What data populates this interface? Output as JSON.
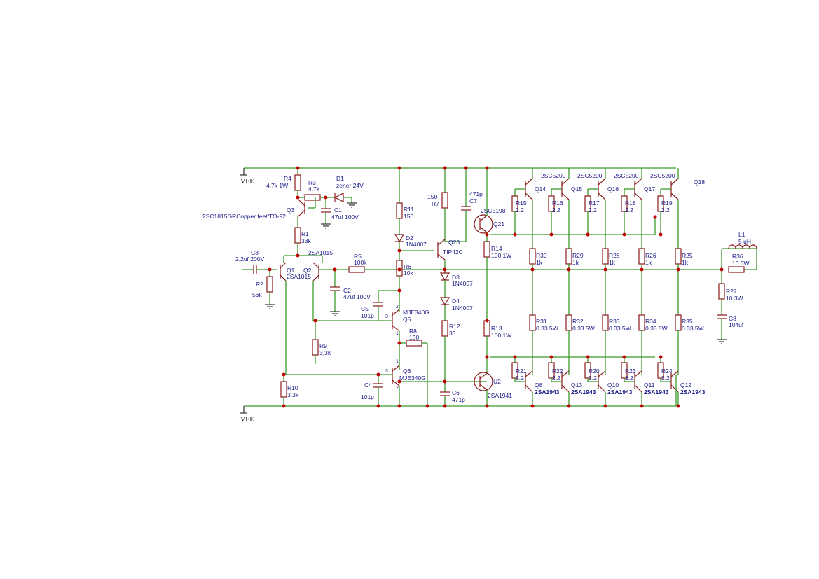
{
  "power": {
    "top": "VEE",
    "bottom": "VEE"
  },
  "components": {
    "R4": {
      "ref": "R4",
      "val": "4.7k 1W"
    },
    "R3": {
      "ref": "R3",
      "val": "4.7k"
    },
    "D1": {
      "ref": "D1",
      "val": "zener 24V"
    },
    "C1": {
      "ref": "C1",
      "val": "47uf 100V"
    },
    "Q3": {
      "ref": "Q3",
      "val": "2SC1815GRCopper feet/TO-92"
    },
    "R1": {
      "ref": "R1",
      "val": "33k"
    },
    "C3": {
      "ref": "C3",
      "val": "2.2uf 200V"
    },
    "R2": {
      "ref": "R2",
      "val": "56k"
    },
    "Q1": {
      "ref": "Q1",
      "val": "2SA1015"
    },
    "Q2": {
      "ref": "Q2",
      "val": "2SA1015"
    },
    "R5": {
      "ref": "R5",
      "val": "100k"
    },
    "C2": {
      "ref": "C2",
      "val": "47uf 100V"
    },
    "R9": {
      "ref": "R9",
      "val": "3,3k"
    },
    "R10": {
      "ref": "R10",
      "val": "3.3k"
    },
    "R11": {
      "ref": "R11",
      "val": "150"
    },
    "D2": {
      "ref": "D2",
      "val": "1N4007"
    },
    "R6": {
      "ref": "R6",
      "val": "10k"
    },
    "C5": {
      "ref": "C5",
      "val": "101p"
    },
    "Q5": {
      "ref": "Q5",
      "val": "MJE340G"
    },
    "R8": {
      "ref": "R8",
      "val": "150"
    },
    "Q6": {
      "ref": "Q6",
      "val": "MJE340G"
    },
    "C4": {
      "ref": "C4",
      "val": "101p"
    },
    "R7": {
      "ref": "R7",
      "val": "150"
    },
    "Q23": {
      "ref": "Q23",
      "val": "TIP42C"
    },
    "D3": {
      "ref": "D3",
      "val": "1N4007"
    },
    "D4": {
      "ref": "D4",
      "val": "1N4007"
    },
    "R12": {
      "ref": "R12",
      "val": "33"
    },
    "C6": {
      "ref": "C6",
      "val": "471p"
    },
    "C7": {
      "ref": "C7",
      "val": "471p"
    },
    "Q21": {
      "ref": "Q21",
      "val": "2SC5198"
    },
    "R14": {
      "ref": "R14",
      "val": "100 1W"
    },
    "R13": {
      "ref": "R13",
      "val": "100 1W"
    },
    "U2": {
      "ref": "U2",
      "val": "2SA1941"
    },
    "R15": {
      "ref": "R15",
      "val": "2.2"
    },
    "R16": {
      "ref": "R16",
      "val": "2.2"
    },
    "R17": {
      "ref": "R17",
      "val": "2.2"
    },
    "R18": {
      "ref": "R18",
      "val": "2.2"
    },
    "R19": {
      "ref": "R19",
      "val": "2.2"
    },
    "Q14": {
      "ref": "Q14",
      "val": "2SC5200"
    },
    "Q15": {
      "ref": "Q15",
      "val": "2SC5200"
    },
    "Q16": {
      "ref": "Q16",
      "val": "2SC5200"
    },
    "Q17": {
      "ref": "Q17",
      "val": "2SC5200"
    },
    "Q18": {
      "ref": "Q18",
      "val": ""
    },
    "R30": {
      "ref": "R30",
      "val": "1k"
    },
    "R29": {
      "ref": "R29",
      "val": "1k"
    },
    "R28": {
      "ref": "R28",
      "val": "1k"
    },
    "R26": {
      "ref": "R26",
      "val": "1k"
    },
    "R25": {
      "ref": "R25",
      "val": "1k"
    },
    "R31": {
      "ref": "R31",
      "val": "0.33 5W"
    },
    "R32": {
      "ref": "R32",
      "val": "0.33 5W"
    },
    "R33": {
      "ref": "R33",
      "val": "0.33 5W"
    },
    "R34": {
      "ref": "R34",
      "val": "0.33 5W"
    },
    "R35": {
      "ref": "R35",
      "val": "0.33 5W"
    },
    "R21": {
      "ref": "R21",
      "val": "2.2"
    },
    "R22": {
      "ref": "R22",
      "val": "2.2"
    },
    "R20": {
      "ref": "R20",
      "val": "2.2"
    },
    "R23": {
      "ref": "R23",
      "val": "2.2"
    },
    "R24": {
      "ref": "R24",
      "val": "2.2"
    },
    "Q8": {
      "ref": "Q8",
      "val": "2SA1943"
    },
    "Q13": {
      "ref": "Q13",
      "val": "2SA1943"
    },
    "Q10": {
      "ref": "Q10",
      "val": "2SA1943"
    },
    "Q11": {
      "ref": "Q11",
      "val": "2SA1943"
    },
    "Q12": {
      "ref": "Q12",
      "val": "2SA1943"
    },
    "L1": {
      "ref": "L1",
      "val": "5 uH"
    },
    "R36": {
      "ref": "R36",
      "val": "10 3W"
    },
    "R27": {
      "ref": "R27",
      "val": "10 3W"
    },
    "C8": {
      "ref": "C8",
      "val": "104uf"
    }
  },
  "pins": {
    "two": "2",
    "three": "3",
    "one": "1"
  }
}
